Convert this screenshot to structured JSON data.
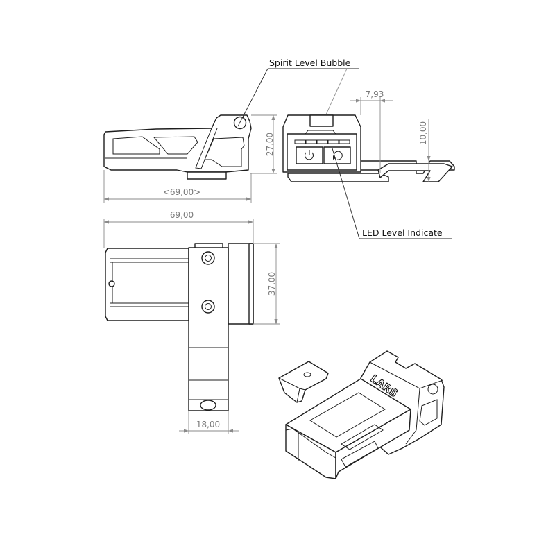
{
  "callouts": {
    "spirit_level": "Spirit Level Bubble",
    "led_level": "LED Level Indicate"
  },
  "dimensions": {
    "side_height": "27,00",
    "side_length_ref": "<69,00>",
    "rail_offset": "7,93",
    "rail_height": "10,00",
    "top_length": "69,00",
    "top_width": "37,00",
    "strap_width": "18,00"
  },
  "logo_text": "LARS",
  "colors": {
    "line": "#1e1e1e",
    "dimension": "#8a8a8a"
  }
}
